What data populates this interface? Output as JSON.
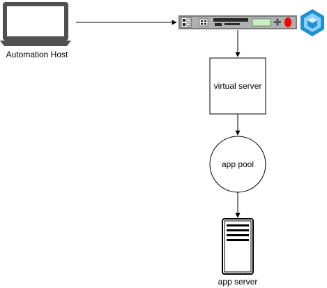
{
  "nodes": {
    "automation_host": {
      "label": "Automation Host",
      "icon": "laptop-icon"
    },
    "load_balancer": {
      "icon": "load-balancer-appliance-icon",
      "badge_icon": "cube-hexagon-icon"
    },
    "virtual_server": {
      "label": "virtual server"
    },
    "app_pool": {
      "label": "app pool"
    },
    "app_server": {
      "label": "app server",
      "icon": "server-icon"
    }
  },
  "colors": {
    "line": "#000000",
    "appliance_body": "#7a7a7a",
    "appliance_panel": "#d9d9d9",
    "appliance_lcd": "#c8f0c0",
    "appliance_power": "#ff0000",
    "badge_blue": "#1e90d6",
    "badge_light": "#8fd0f5"
  }
}
